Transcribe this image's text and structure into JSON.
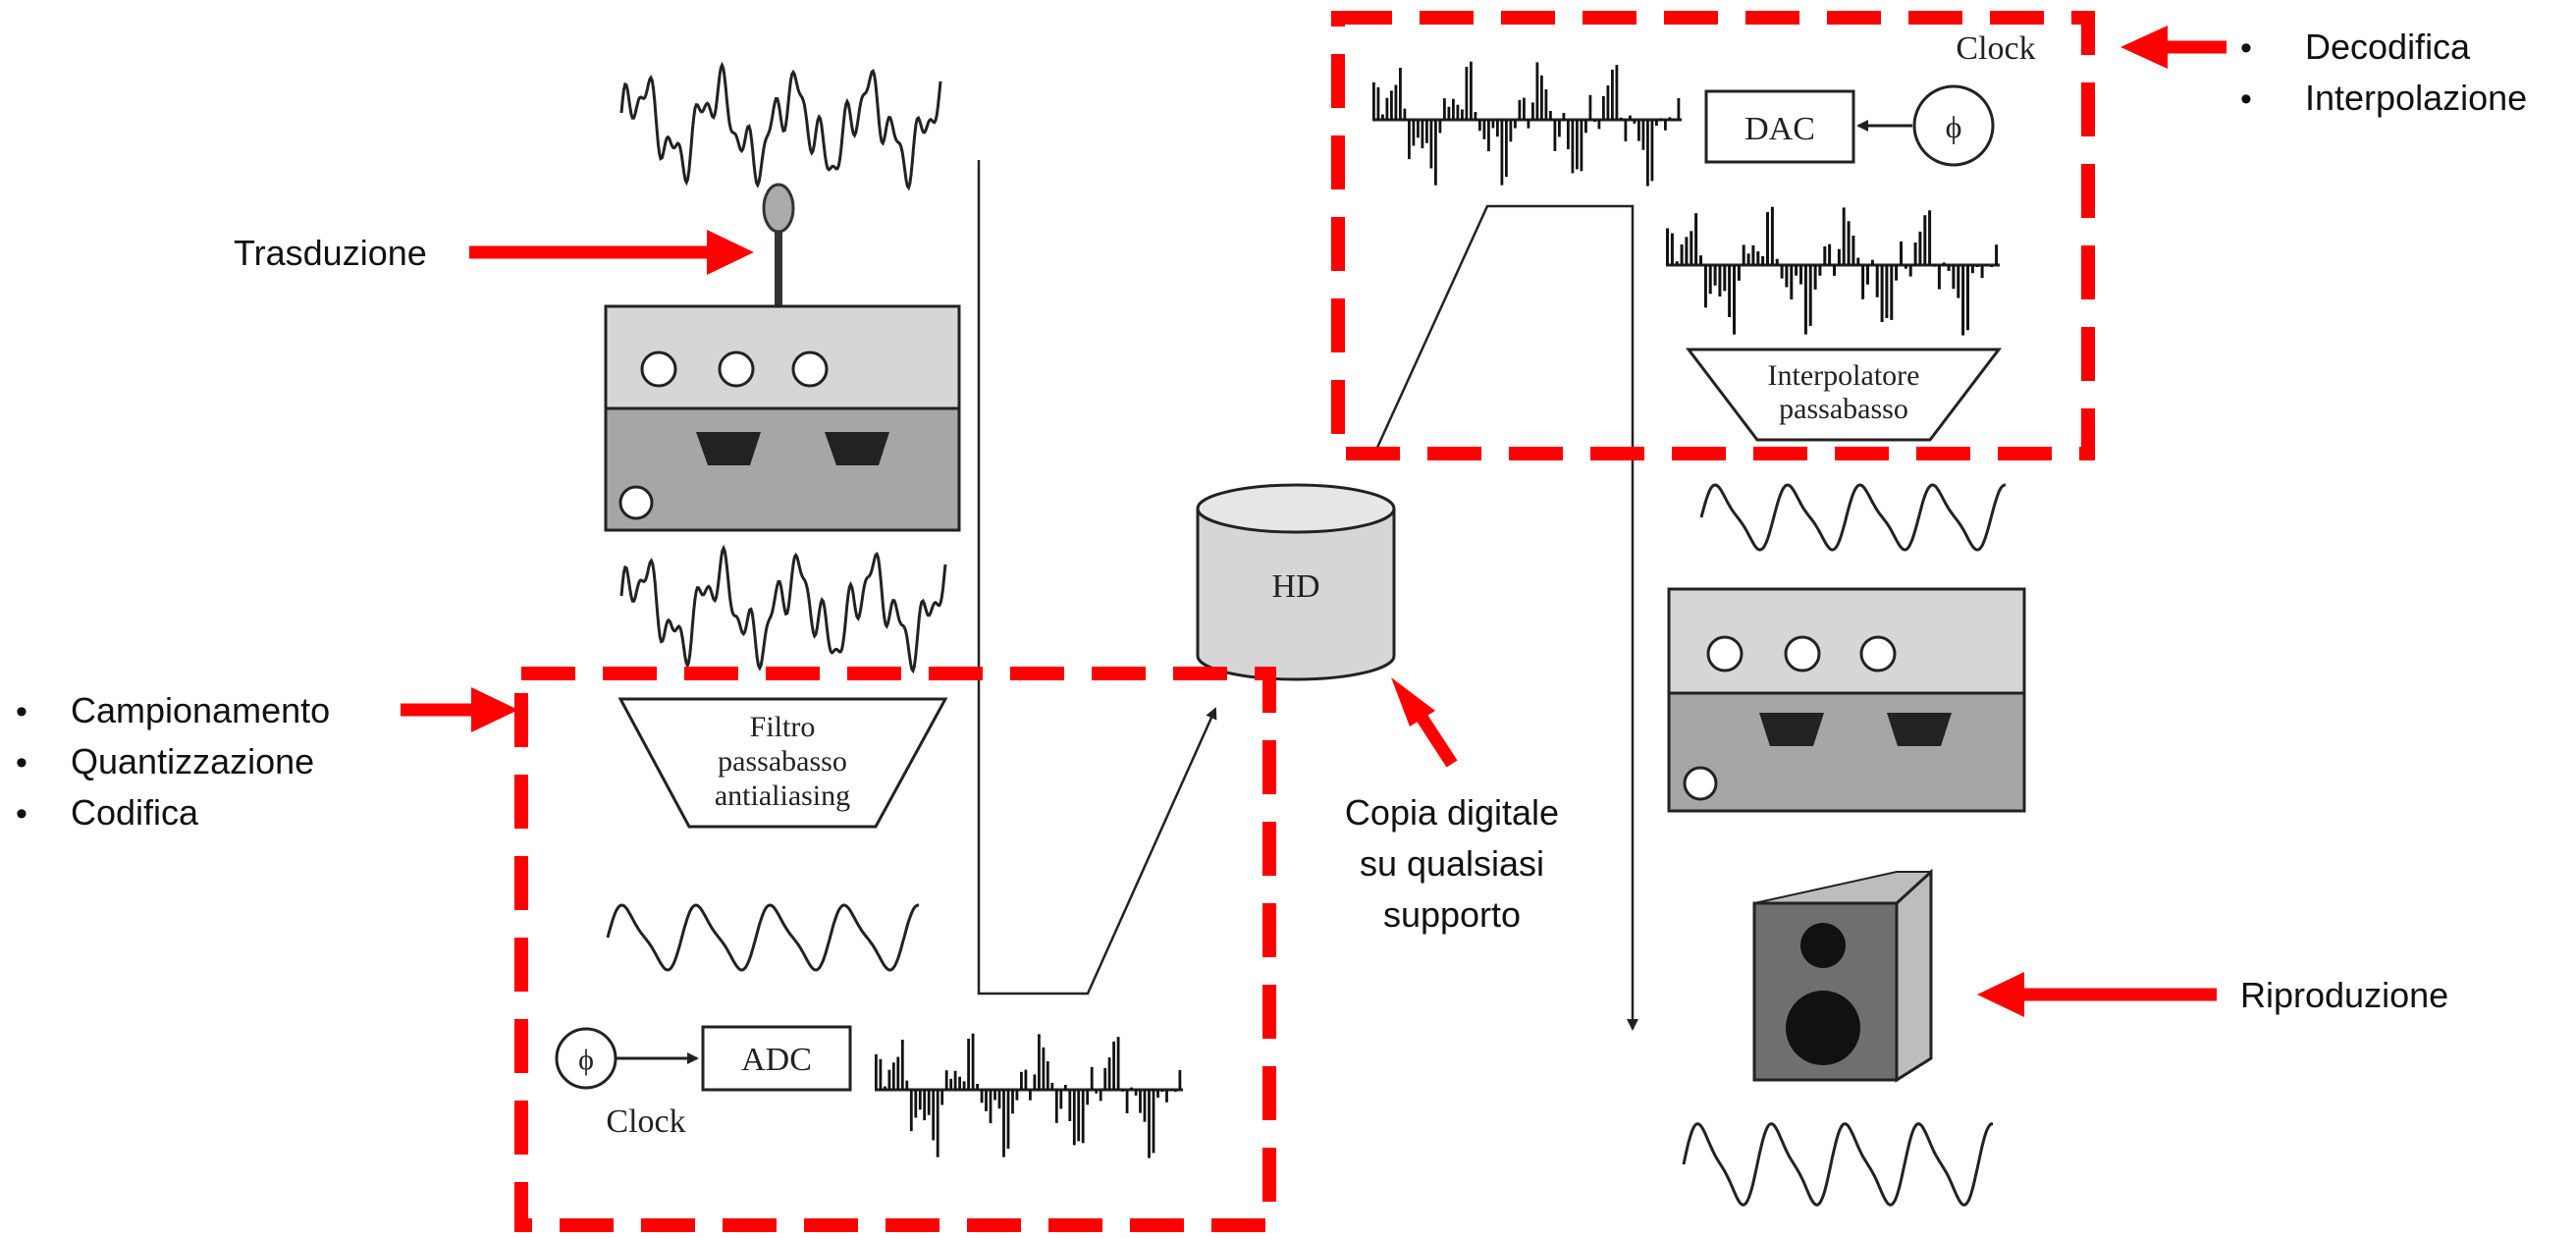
{
  "colors": {
    "accent_red": "#ff0000",
    "line": "#222222",
    "device_top": "#d6d6d6",
    "device_bottom": "#a6a6a6",
    "speaker_front": "#6f6f6f",
    "speaker_side": "#bdbdbd"
  },
  "icons": {
    "microphone": "microphone-icon",
    "clock_phi": "phi-icon",
    "hard_disk": "database-icon",
    "speaker": "speaker-icon"
  },
  "annotations": {
    "transduction": "Trasduzione",
    "reproduction": "Riproduzione",
    "digital_copy": [
      "Copia digitale",
      "su qualsiasi",
      "supporto"
    ],
    "left_list": [
      "Campionamento",
      "Quantizzazione",
      "Codifica"
    ],
    "right_list": [
      "Decodifica",
      "Interpolazione"
    ]
  },
  "pipeline": {
    "filter_label": [
      "Filtro",
      "passabasso",
      "antialiasing"
    ],
    "adc_label": "ADC",
    "clock_left": "Clock",
    "phi_symbol": "ϕ",
    "hd_label": "HD",
    "dac_label": "DAC",
    "clock_right": "Clock",
    "interp_label": [
      "Interpolatore",
      "passabasso"
    ]
  }
}
